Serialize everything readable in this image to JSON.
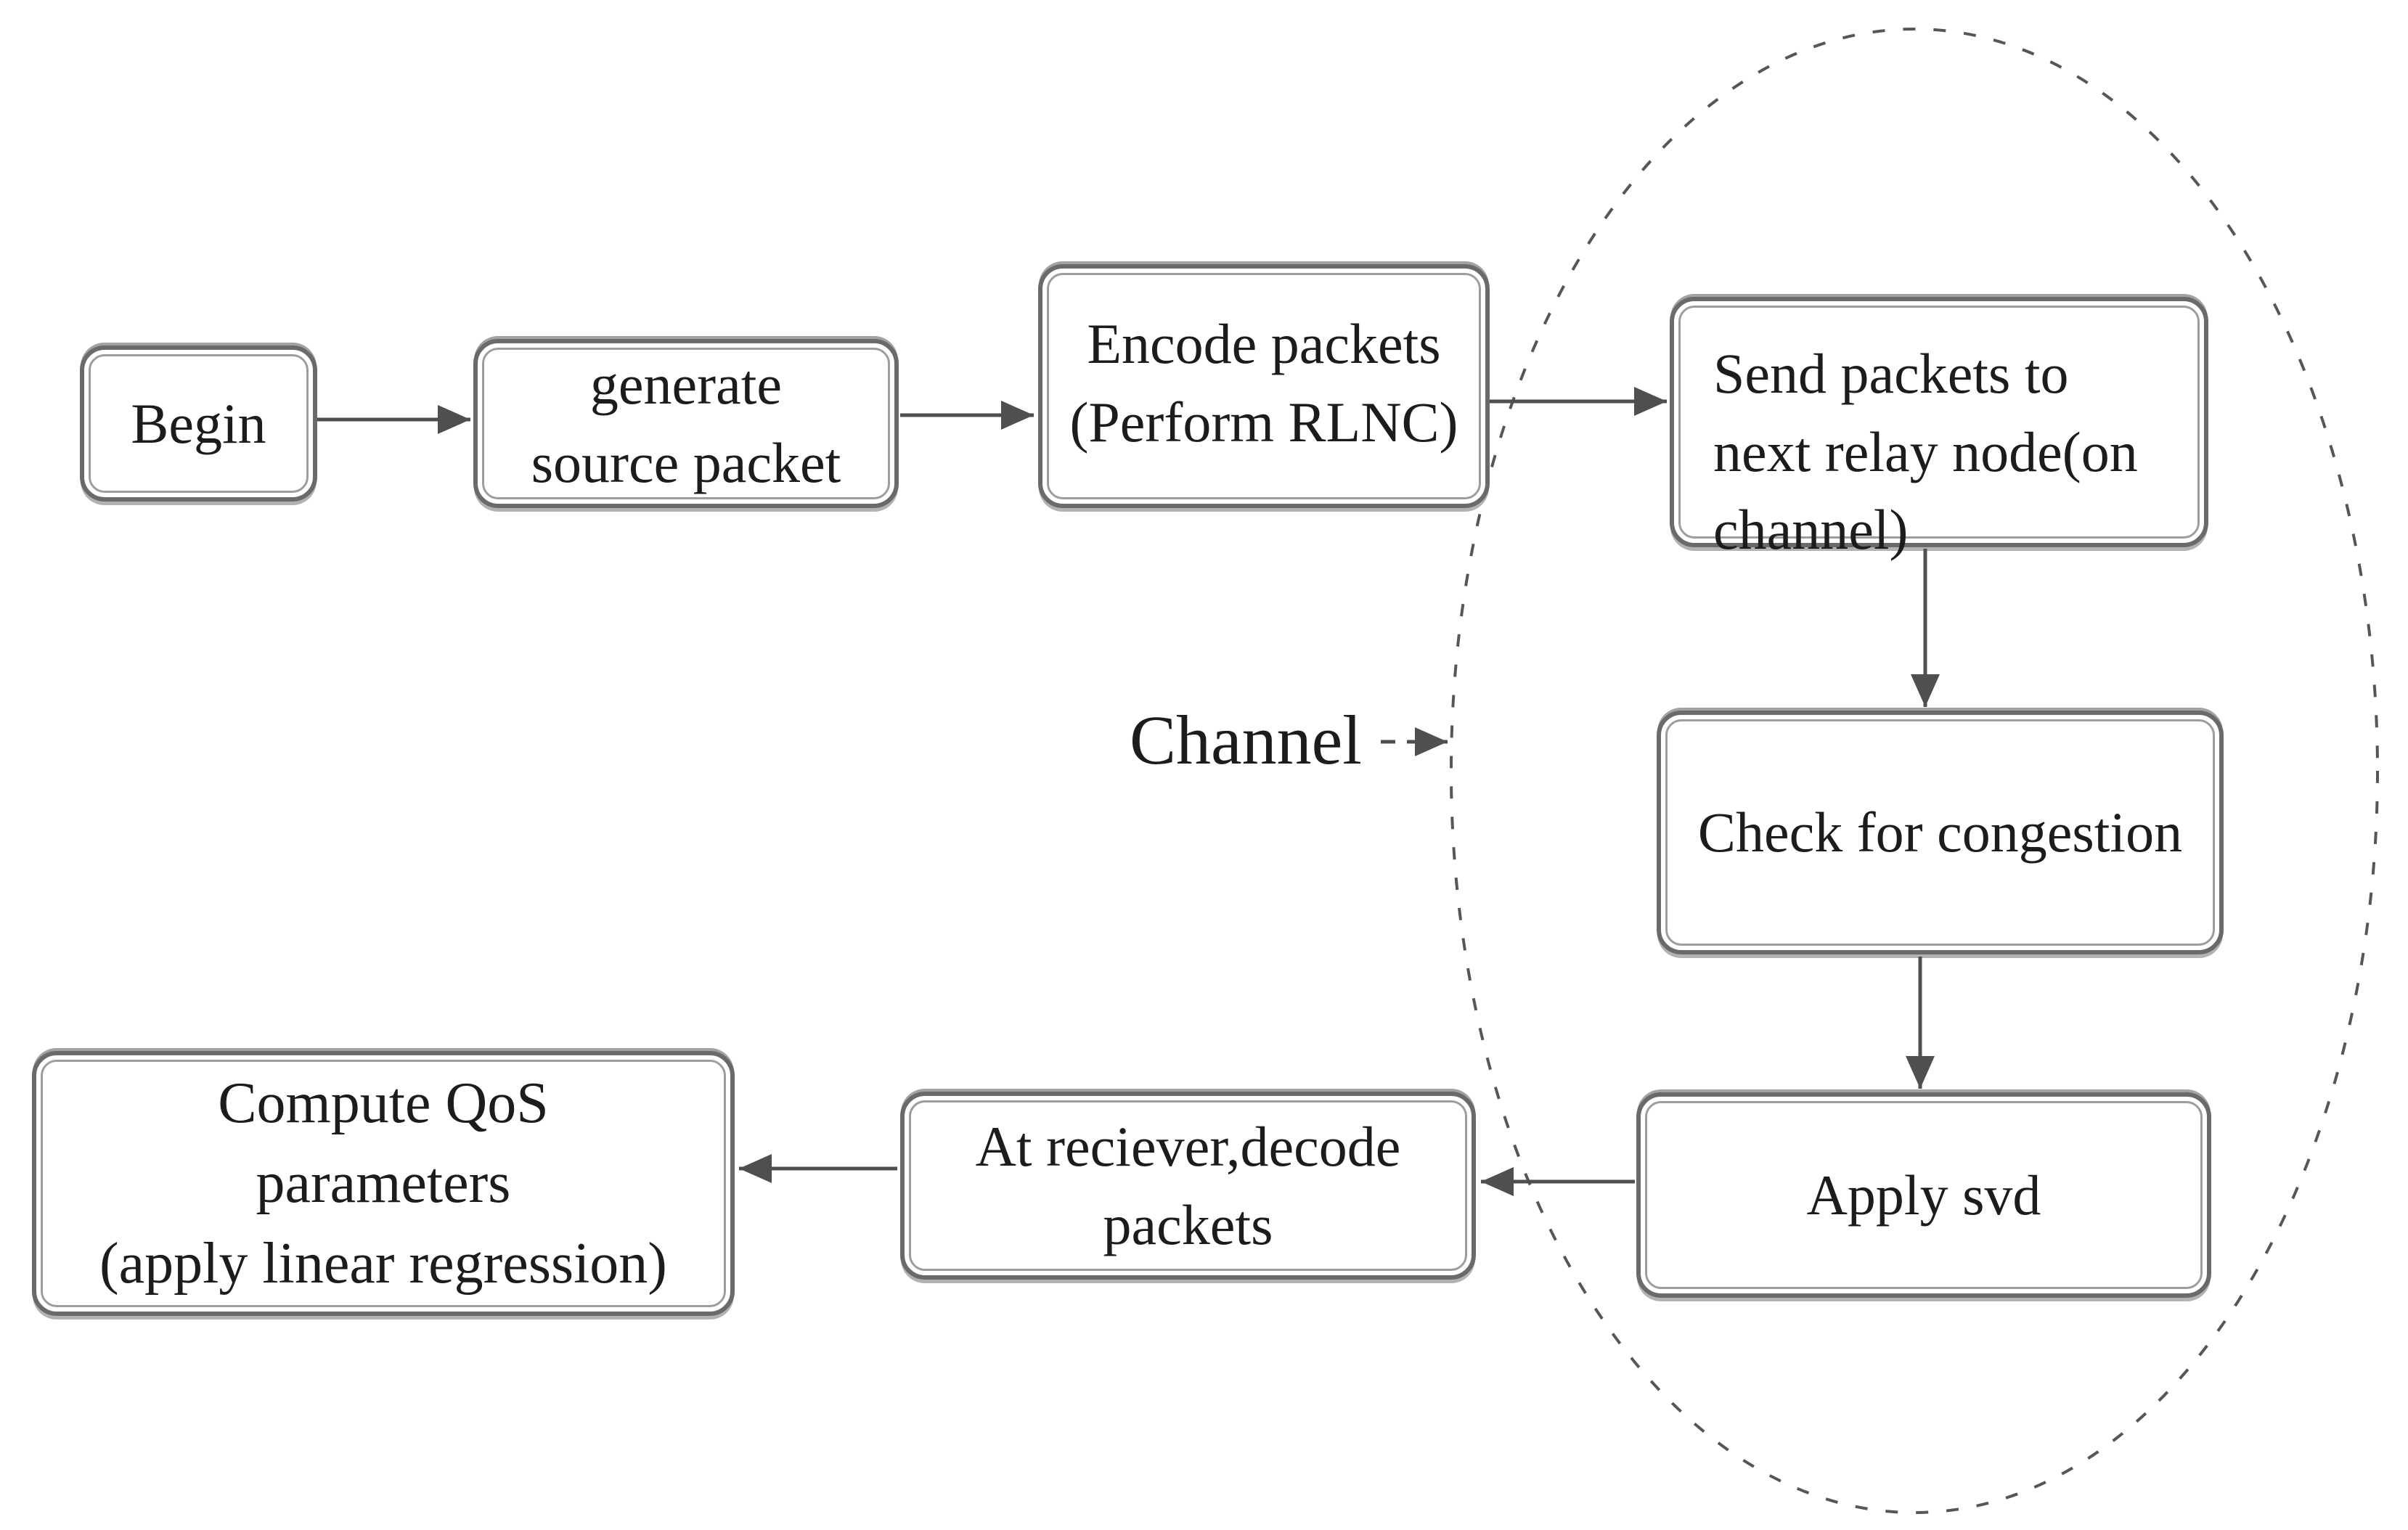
{
  "diagram": {
    "nodes": {
      "begin": {
        "label": "Begin"
      },
      "generate": {
        "label": "generate\nsource packet"
      },
      "encode": {
        "label": "Encode packets\n(Perform RLNC)"
      },
      "send": {
        "label": "Send packets to\nnext  relay node(on\nchannel)"
      },
      "check": {
        "label": "Check for congestion"
      },
      "svd": {
        "label": "Apply svd"
      },
      "decode": {
        "label": "At reciever,decode\npackets"
      },
      "qos": {
        "label": "Compute QoS\nparameters\n(apply linear regression)"
      }
    },
    "channel_label": "Channel",
    "colors": {
      "line": "#4f4f4f",
      "box_border": "#6a6a6a",
      "text": "#1c1c1c"
    }
  }
}
